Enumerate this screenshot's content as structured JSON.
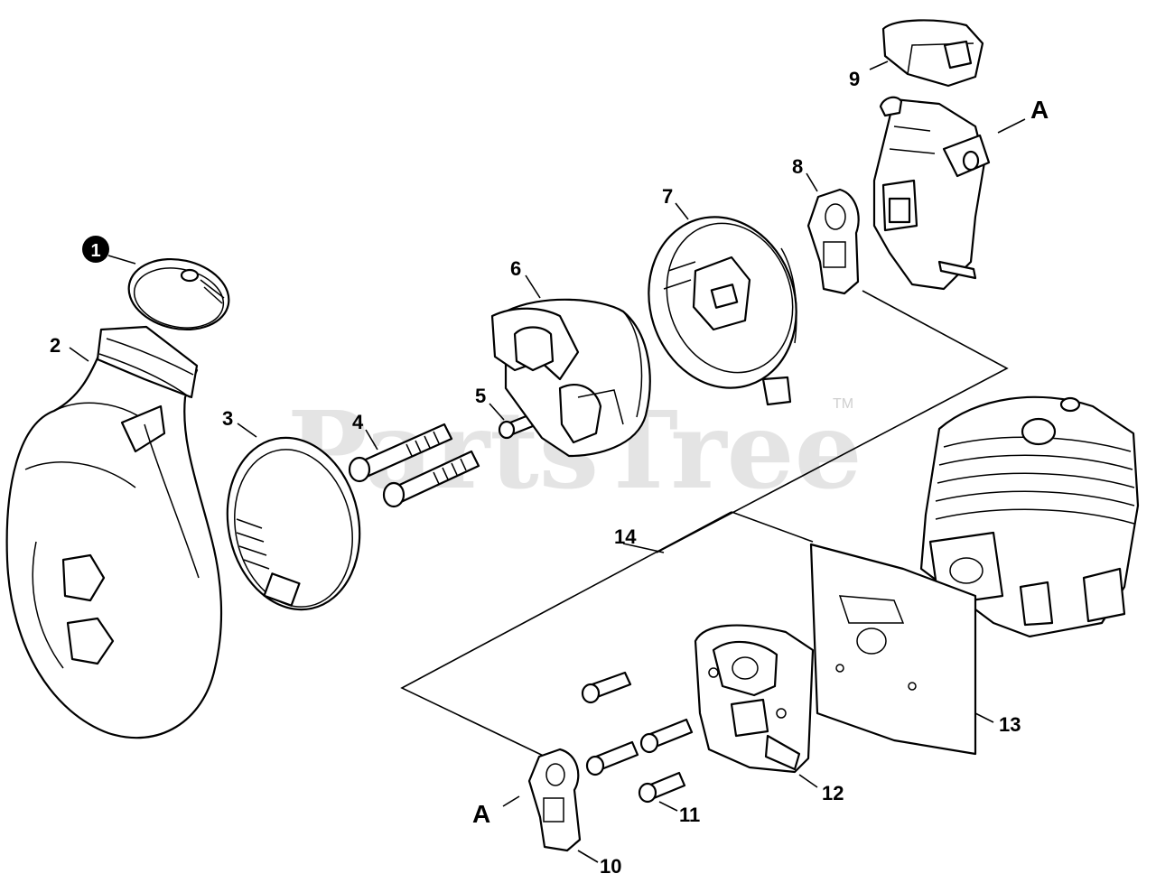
{
  "watermark": {
    "text": "PartsTree",
    "tm": "TM"
  },
  "callouts": {
    "p1": "1",
    "p2": "2",
    "p3": "3",
    "p4": "4",
    "p5": "5",
    "p6": "6",
    "p7": "7",
    "p8": "8",
    "p9": "9",
    "p10": "10",
    "p11": "11",
    "p12": "12",
    "p13": "13",
    "p14": "14"
  },
  "reference_letters": {
    "carb": "A",
    "gasket": "A"
  },
  "colors": {
    "line": "#000000",
    "background": "#ffffff",
    "watermark": "#cfcfcf"
  }
}
